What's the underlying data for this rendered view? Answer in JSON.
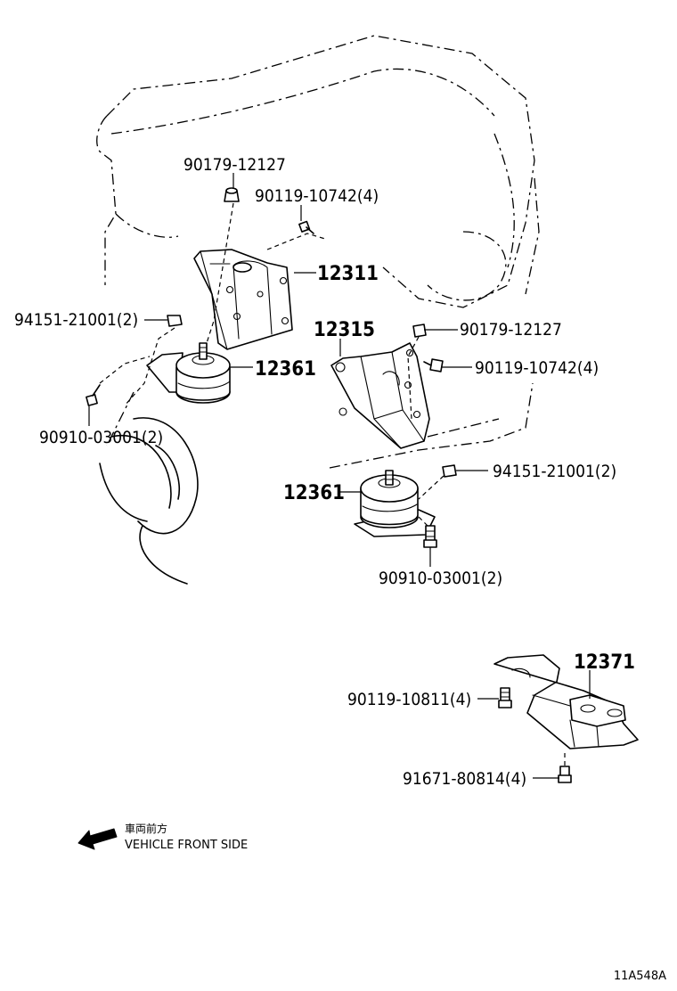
{
  "diagram_code": "11A548A",
  "direction": {
    "label_jp": "車両前方",
    "label_en": "VEHICLE FRONT SIDE",
    "icon": "arrow-left-down-icon"
  },
  "callouts": [
    {
      "id": "nut-upper-left",
      "text": "90179-12127"
    },
    {
      "id": "bolt-upper-left",
      "text": "90119-10742(4)"
    },
    {
      "id": "bracket-right-engine-mount",
      "text": "12311"
    },
    {
      "id": "nut-left",
      "text": "94151-21001(2)"
    },
    {
      "id": "insulator-upper",
      "text": "12361"
    },
    {
      "id": "bolt-lower-left",
      "text": "90910-03001(2)"
    },
    {
      "id": "bracket-left-mount",
      "text": "12315"
    },
    {
      "id": "nut-mid-right",
      "text": "90179-12127"
    },
    {
      "id": "bolt-mid-right",
      "text": "90119-10742(4)"
    },
    {
      "id": "nut-right",
      "text": "94151-21001(2)"
    },
    {
      "id": "insulator-lower",
      "text": "12361"
    },
    {
      "id": "bolt-lower-mid",
      "text": "90910-03001(2)"
    },
    {
      "id": "rear-mount-bracket",
      "text": "12371"
    },
    {
      "id": "bolt-rear-mount",
      "text": "90119-10811(4)"
    },
    {
      "id": "bolt-rear-bottom",
      "text": "91671-80814(4)"
    }
  ]
}
